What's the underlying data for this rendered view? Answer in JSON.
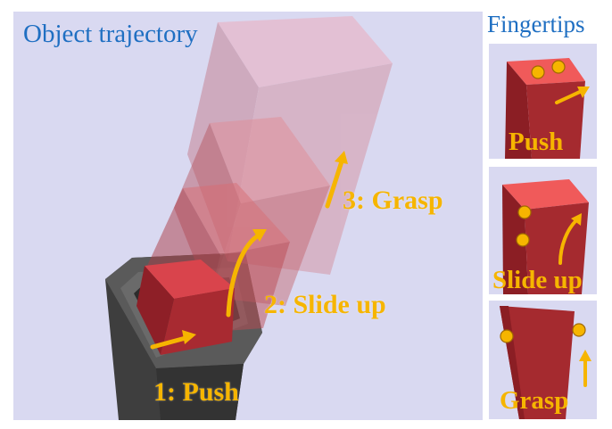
{
  "main": {
    "title": "Object trajectory",
    "stages": [
      {
        "label": "1: Push"
      },
      {
        "label": "2: Slide up"
      },
      {
        "label": "3: Grasp"
      }
    ]
  },
  "sidebar": {
    "title": "Fingertips",
    "panels": [
      {
        "label": "Push"
      },
      {
        "label": "Slide up"
      },
      {
        "label": "Grasp"
      }
    ]
  },
  "colors": {
    "background": "#d9d9f1",
    "title_blue": "#1f6fc2",
    "arrow_yellow": "#f6b500",
    "object_red": "#b02a2e",
    "object_top": "#ee5f5f",
    "box_gray": "#4a4a4a"
  }
}
